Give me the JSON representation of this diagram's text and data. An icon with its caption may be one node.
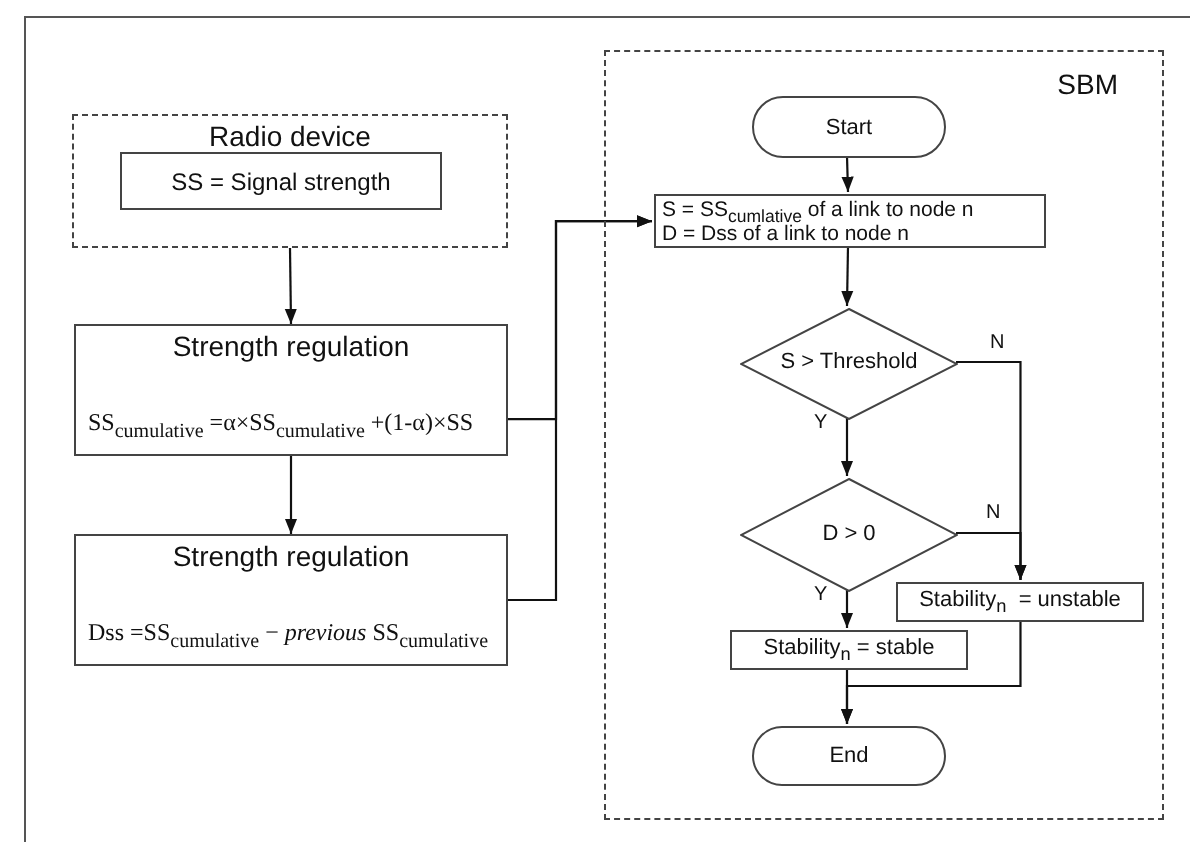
{
  "diagram": {
    "nodes": [
      {
        "text": [
          "Radio device"
        ]
      },
      {
        "text": [
          "SS = Signal strength"
        ],
        "in": 0
      },
      {
        "text": [
          "Strength regulation",
          "SS$_{cumulative}$ =α×SS$_{cumulative}$ +(1-α)×SS"
        ]
      },
      {
        "text": [
          "Strength regulation",
          "Dss =SS$_{cumulative}$ − *previous* SS$_{cumulative}$"
        ]
      },
      {
        "text": [
          "SBM"
        ]
      },
      {
        "text": [
          "Start"
        ],
        "in": 4
      },
      {
        "text": [
          "S = SS$_{cumlative}$ of a link to node n",
          "D = Dss of a link to node n"
        ],
        "in": 4
      },
      {
        "text": [
          "S > Threshold"
        ],
        "in": 4
      },
      {
        "text": [
          "D > 0"
        ],
        "in": 4
      },
      {
        "text": [
          "Stability$_{n}$  = unstable"
        ],
        "in": 4
      },
      {
        "text": [
          "Stability$_{n}$ = stable"
        ],
        "in": 4
      },
      {
        "text": [
          "End"
        ],
        "in": 4
      }
    ],
    "edges": [
      {
        "from": 0,
        "to": 2,
        "arrow": "to"
      },
      {
        "from": 2,
        "to": 3,
        "arrow": "to"
      },
      {
        "from": 2,
        "to": 6,
        "arrow": "to"
      },
      {
        "from": 3,
        "to": 6,
        "arrow": "to"
      },
      {
        "from": 5,
        "to": 6,
        "arrow": "to"
      },
      {
        "from": 6,
        "to": 7,
        "arrow": "to"
      },
      {
        "from": 7,
        "to": 8,
        "label": "Y",
        "arrow": "to"
      },
      {
        "from": 7,
        "to": 9,
        "label": "N",
        "arrow": "to"
      },
      {
        "from": 8,
        "to": 9,
        "label": "N",
        "arrow": "to"
      },
      {
        "from": 8,
        "to": 10,
        "label": "Y",
        "arrow": "to"
      },
      {
        "from": 10,
        "to": 11,
        "arrow": "to"
      },
      {
        "from": 9,
        "to": 11,
        "arrow": "to"
      }
    ]
  }
}
